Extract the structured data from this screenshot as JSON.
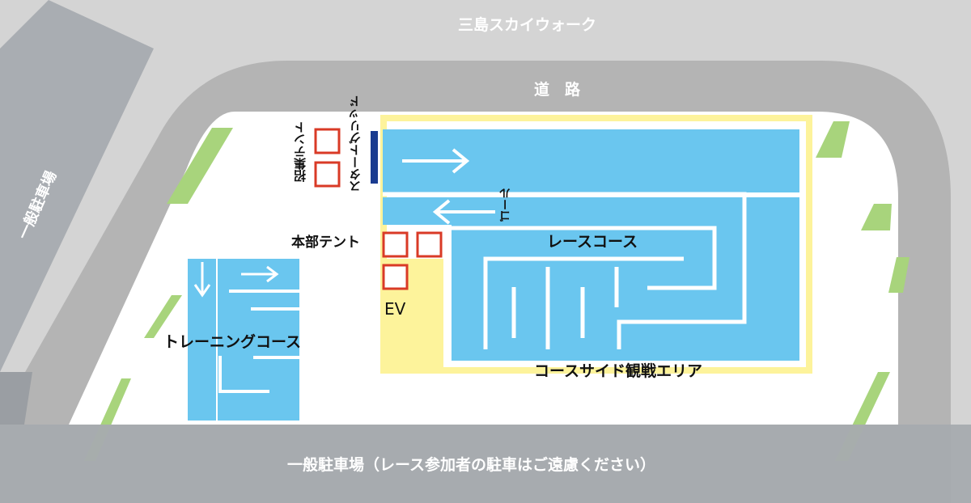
{
  "labels": {
    "top_area": "三島スカイウォーク",
    "road": "道　路",
    "left_parking": "一般駐車場",
    "bottom_parking": "一般駐車場（レース参加者の駐車はご遠慮ください）",
    "recruit_tent": "招集テント",
    "start_grid": "スタートグリッド",
    "goal": "ゴール",
    "hq_tent": "本部テント",
    "ev": "EV",
    "race_course": "レースコース",
    "training_course": "トレーニングコース",
    "spectator_area": "コースサイド観戦エリア"
  },
  "colors": {
    "background_gray": "#d4d4d4",
    "road_gray": "#b4b4b4",
    "parking_gray": "#a9adb2",
    "bottom_parking_gray": "#a7abaf",
    "course_blue": "#6ac6ef",
    "spectator_yellow": "#fdf39b",
    "tent_red": "#d93a26",
    "start_grid_navy": "#1a3b90",
    "grass_green": "#a8d47c",
    "plaza_white": "#ffffff"
  }
}
